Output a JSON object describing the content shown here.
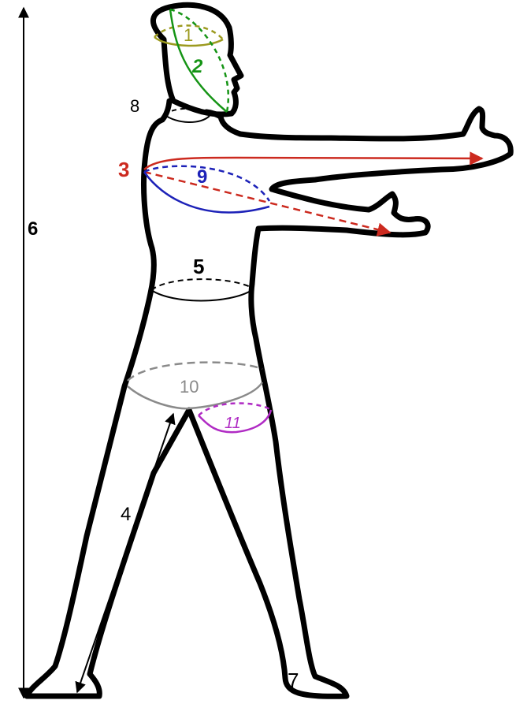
{
  "colors": {
    "outline": "#000000",
    "head_circumference": "#9c9a1f",
    "head_arc": "#159415",
    "arm_length": "#cc2a1f",
    "chest": "#1d22b8",
    "waist": "#000000",
    "hip": "#8a8a8a",
    "thigh": "#b02bc4",
    "leg": "#000000",
    "height": "#000000"
  },
  "labels": {
    "m1": "1",
    "m2": "2",
    "m3": "3",
    "m4": "4",
    "m5": "5",
    "m6": "6",
    "m7": "7",
    "m8": "8",
    "m9": "9",
    "m10": "10",
    "m11": "11"
  }
}
